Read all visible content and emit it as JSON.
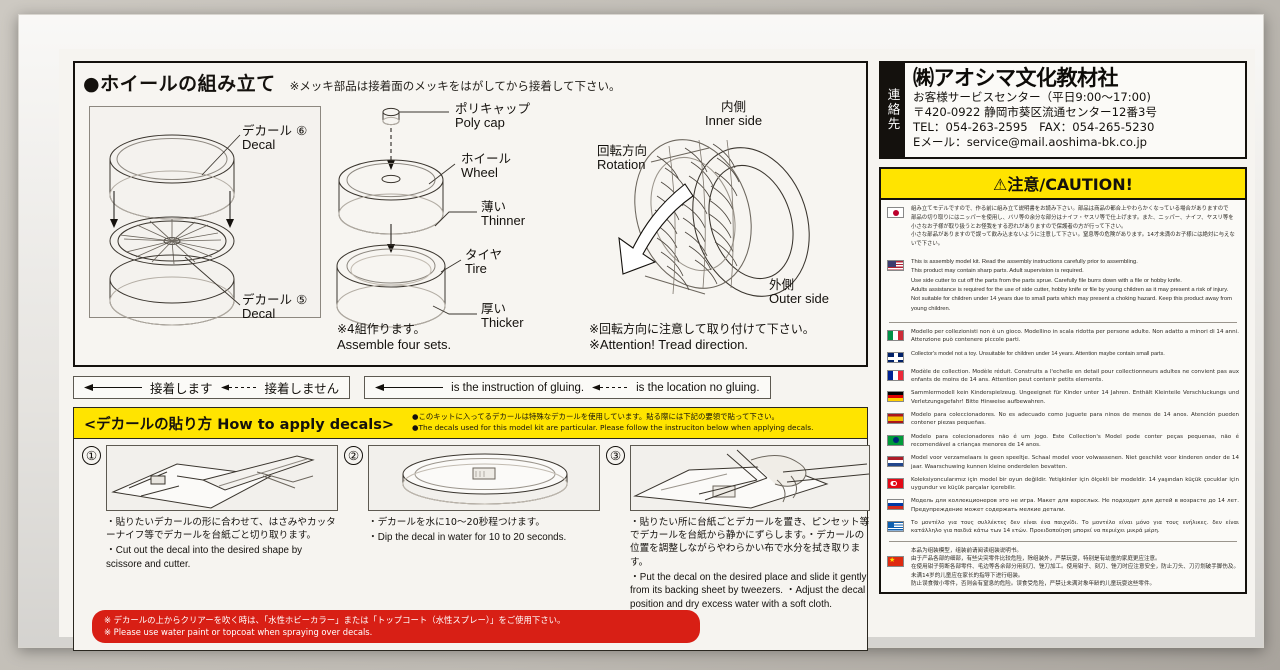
{
  "assembly": {
    "title": "●ホイールの組み立て",
    "note": "※メッキ部品は接着面のメッキをはがしてから接着して下さい。",
    "labels": {
      "decal6_jp": "デカール ⑥",
      "decal6_en": "Decal",
      "decal5_jp": "デカール ⑤",
      "decal5_en": "Decal",
      "polycap_jp": "ポリキャップ",
      "polycap_en": "Poly cap",
      "wheel_jp": "ホイール",
      "wheel_en": "Wheel",
      "thinner_jp": "薄い",
      "thinner_en": "Thinner",
      "tire_jp": "タイヤ",
      "tire_en": "Tire",
      "thicker_jp": "厚い",
      "thicker_en": "Thicker",
      "inner_jp": "内側",
      "inner_en": "Inner side",
      "rotation_jp": "回転方向",
      "rotation_en": "Rotation",
      "outer_jp": "外側",
      "outer_en": "Outer side"
    },
    "foot_sets_jp": "※4組作ります。",
    "foot_sets_en": "Assemble four sets.",
    "foot_tread_jp": "※回転方向に注意して取り付けて下さい。",
    "foot_tread_en": "※Attention! Tread direction."
  },
  "legend": {
    "jp_glue": "接着します",
    "jp_noglue": "接着しません",
    "en_glue": "is the instruction of gluing.",
    "en_noglue": "is the location no gluing."
  },
  "decals": {
    "banner_title": "<デカールの貼り方 How to apply decals>",
    "bullet_jp": "●このキットに入ってるデカールは特殊なデカールを使用しています。貼る際には下記の要領で貼って下さい。",
    "bullet_en": "●The decals used for this model kit are particular. Please follow the instruciton below when applying decals.",
    "steps": [
      {
        "num": "①",
        "jp": "・貼りたいデカールの形に合わせて、はさみやカッターナイフ等でデカールを台紙ごと切り取ります。",
        "en": "・Cut out the decal into the desired shape by scissore and cutter."
      },
      {
        "num": "②",
        "jp": "・デカールを水に10〜20秒程つけます。",
        "en": "・Dip the decal in water for 10 to 20 seconds."
      },
      {
        "num": "③",
        "jp": "・貼りたい所に台紙ごとデカールを置き、ピンセット等でデカールを台紙から静かにずらします。・デカールの位置を調整しながらやわらかい布で水分を拭き取ります。",
        "en": "・Put the decal on the desired place and slide it gently from its backing sheet by tweezers. ・Adjust the decal position and dry excess water with a soft cloth."
      }
    ],
    "warning_jp": "※ デカールの上からクリアーを吹く時は、「水性ホビーカラー」または「トップコート（水性スプレー）」をご使用下さい。",
    "warning_en": "※ Please use water paint or topcoat when spraying over decals.",
    "warning_color": "#d81f15"
  },
  "company": {
    "side_label": "連絡先",
    "name": "㈱アオシマ文化教材社",
    "service": "お客様サービスセンター（平日9:00〜17:00)",
    "address": "〒420-0922 静岡市葵区流通センター12番3号",
    "tel": "TEL：054-263-2595　FAX：054-265-5230",
    "email": "Eメール：service@mail.aoshima-bk.co.jp"
  },
  "caution": {
    "header": "⚠注意/CAUTION!",
    "header_bg": "#ffe400",
    "jp_lines": [
      "組み立てモデルですので、作る前に組み立て説明書をお読み下さい。部品は商品の都合上やわらかくなっている場合がありますので",
      "部品の切り取りにはニッパーを使用し、バリ等の余分な部分はナイフ・ヤスリ等で仕上げます。また、ニッパー、ナイフ、ヤスリ等を小さなお子様が取り扱うとお怪我をする恐れがありますので保護者の方が行って下さい。",
      "小さな部品がありますので誤って飲み込まないように注意して下さい。窒息等の危険があります。14才未満のお子様には絶対に与えないで下さい。"
    ],
    "en_lines": [
      "This is assembly model kit. Read the assembly instructions carefully prior to assembling.",
      "This product may contain sharp parts. Adult supervision is required.",
      "Use side cutter to cut off the parts from the parts sprue. Carefully file burrs down with a file or hobby knife.",
      "Adults assistance is required for the use of side cutter, hobby knife or file by young children as it may present a risk of injury.",
      "Not suitable for children under 14 years due to small parts which may present a choking hazard. Keep this product away from young children."
    ],
    "rows": [
      {
        "flag": "flag-italy-icon",
        "cls": "f-it",
        "text": "Modello per collezionisti non è un gioco. Modellino in scala ridotta per persone adulte. Non adatto a minori di 14 anni. Attenzione può contenere piccole parti."
      },
      {
        "flag": "flag-uk-icon",
        "cls": "f-uk",
        "text": "Collector's model not a toy. Unsuitable for children under 14 years. Attention maybe contain small parts."
      },
      {
        "flag": "flag-france-icon",
        "cls": "f-fr",
        "text": "Modèle de collection. Modèle réduit. Construits a l'echelle en detail pour collectionneurs adultes ne convient pas aux enfants de moins de 14 ans. Attention peut contenir petits elements."
      },
      {
        "flag": "flag-germany-icon",
        "cls": "f-de",
        "text": "Sammlermodell kein Kinderspielzeug. Ungeeignet für Kinder unter 14 Jahren. Enthält Kleinteile Verschluckungs und Verletzungsgefahr! Bitte Hinweise aufbewahren."
      },
      {
        "flag": "flag-spain-icon",
        "cls": "f-es",
        "text": "Modelo para coleccionadores. No es adecuado como juguete para ninos de menos de 14 anos. Atención pueden contener piezas pequeñas."
      },
      {
        "flag": "flag-brazil-icon",
        "cls": "f-br",
        "text": "Modelo para colecionadores não é um jogo. Este Collection's Model pode conter peças pequenas, não é recomendável a crianças menores de 14 anos."
      },
      {
        "flag": "flag-netherlands-icon",
        "cls": "f-nl",
        "text": "Model voor verzamelaars is geen speeltje. Schaal model voor volwassenen. Niet geschikt voor kinderen onder de 14 jaar. Waarschuwing kunnen kleine onderdelen bevatten."
      },
      {
        "flag": "flag-turkey-icon",
        "cls": "f-tr",
        "text": "Koleksiyoncularımız için model bir oyun değildir. Yetişkinler için ölçekli bir modeldir. 14 yaşından küçük çocuklar için uygundur ve küçük parçalar içerebilir."
      },
      {
        "flag": "flag-russia-icon",
        "cls": "f-ru",
        "text": "Модель для коллекционеров это не игра. Макет для взрослых. Не подходит для детей в возрасте до 14 лет. Предупреждение может содержать мелкие детали."
      },
      {
        "flag": "flag-greece-icon",
        "cls": "f-gr",
        "text": "Το μοντέλο για τους συλλέκτες δεν είναι ένα παιχνίδι. Το μοντέλο είναι μόνο για τους ενήλικες. δεν είναι κατάλληλο για παιδιά κάτω των 14 ετών. Προειδοποίηση μπορεί να περιέχει μικρά μέρη."
      }
    ],
    "cn_lines": [
      "本品为组装模型，组装前请阅读组装说明书。",
      "由于产品各部的细部，有些尖突零件比较危险，除组装外，严禁玩耍，特别是有幼童的家庭更应注意。",
      "在使用钳子剪断各部零件、毛边等各余部分用刻刀、锉刀加工。使用钳子、刻刀、锉刀时应注意安全，防止刀头、刀刃划破手脚伤及。未满14岁的儿童应在家长的指导下进行组装。",
      "防止误食微小零件，否则会有窒息的危险。误食受危险，严禁让未满对象年龄的儿童玩耍这些零件。"
    ]
  }
}
